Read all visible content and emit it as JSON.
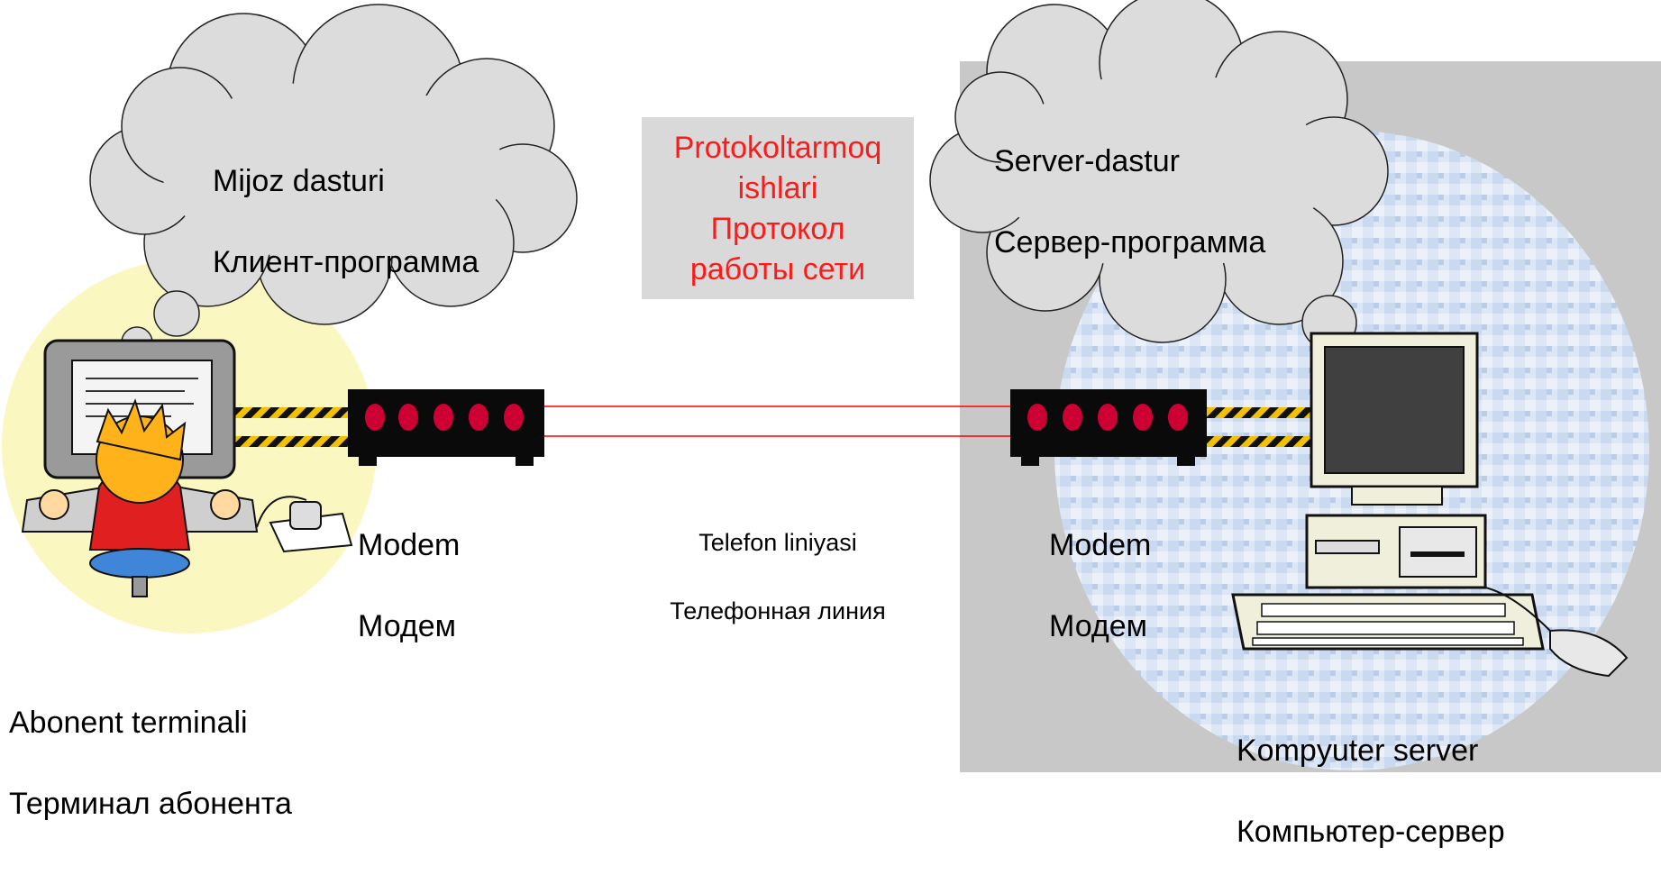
{
  "client_cloud": {
    "line1": "Mijoz dasturi",
    "line2": "Клиент-программа"
  },
  "server_cloud": {
    "line1": "Server-dastur",
    "line2": "Сервер-программа"
  },
  "protocol_box": {
    "text": "Protokoltarmoq\nishlari\nПротокол\nработы  сети"
  },
  "left_modem": {
    "line1": "Modem",
    "line2": "Модем"
  },
  "right_modem": {
    "line1": "Modem",
    "line2": "Модем"
  },
  "phone_line": {
    "line1": "Telefon liniyasi",
    "line2": "Телефонная линия"
  },
  "client_terminal": {
    "line1": "Abonent terminali",
    "line2": "Терминал  абонента"
  },
  "server_computer": {
    "line1": "Kompyuter server",
    "line2": "Компьютер-сервер"
  },
  "colors": {
    "protocol_text": "#ff1a1a",
    "line": "#ff0000",
    "modem_body": "#0a0a0a",
    "modem_led": "#cc0033",
    "server_panel": "#c8c8c8",
    "client_halo": "#fbf7c0",
    "cloud_fill": "#dcdcdc"
  }
}
